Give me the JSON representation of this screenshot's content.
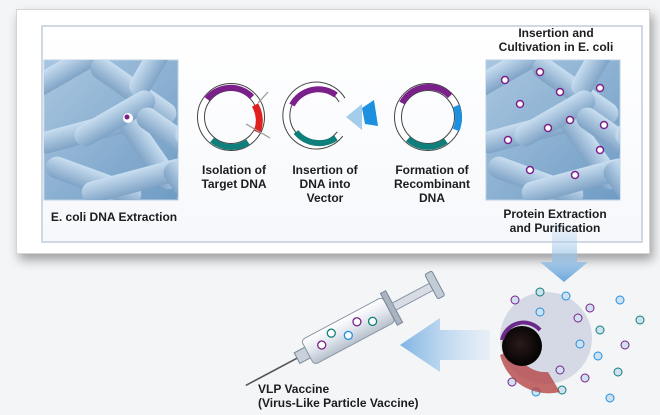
{
  "labels": {
    "ecoli_extraction": "E. coli DNA Extraction",
    "isolation": "Isolation of\nTarget DNA",
    "insertion_vector": "Insertion of\nDNA into\nVector",
    "formation": "Formation of\nRecombinant\nDNA",
    "insertion_cultivation": "Insertion and\nCultivation in E. coli",
    "protein_extraction": "Protein Extraction\nand Purification",
    "vlp_vaccine": "VLP Vaccine\n(Virus-Like Particle Vaccine)"
  },
  "colors": {
    "purple_segment": "#7b1f8a",
    "teal_segment": "#0e7f7a",
    "red_segment": "#e01f1f",
    "blue_segment": "#1e90e0",
    "arrow_blue": "#8fbfe6",
    "bacteria_bg": "#7fa8cc"
  }
}
